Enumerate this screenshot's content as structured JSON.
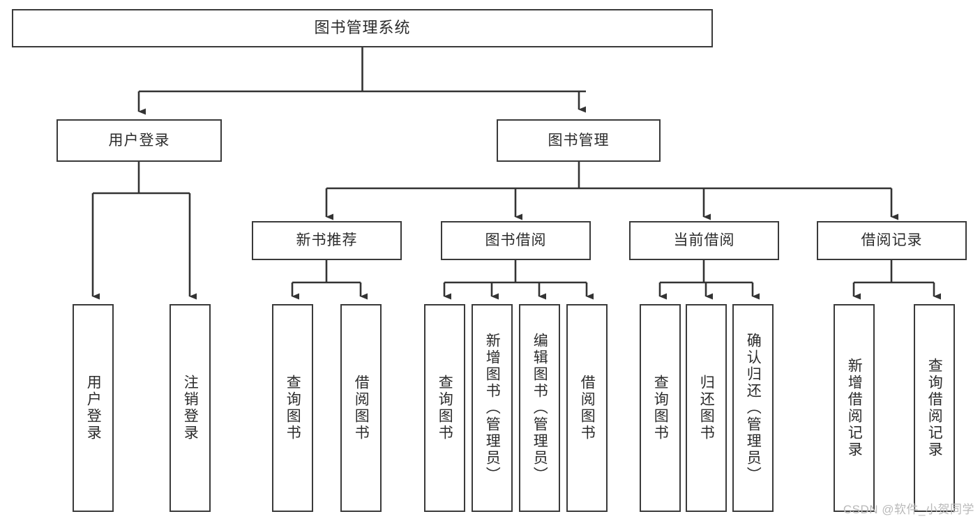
{
  "diagram": {
    "type": "tree",
    "title": "图书管理系统",
    "watermark": "CSDN @软件_小贺同学",
    "colors": {
      "box_border": "#3a3a3a",
      "box_fill": "#ffffff",
      "connector": "#333333",
      "text": "#2b2b2b",
      "watermark": "#b9b9b9",
      "background": "#ffffff"
    },
    "nodes": {
      "root": {
        "label": "图书管理系统"
      },
      "level1": [
        {
          "label": "用户登录"
        },
        {
          "label": "图书管理"
        }
      ],
      "level2": [
        {
          "label": "新书推荐"
        },
        {
          "label": "图书借阅"
        },
        {
          "label": "当前借阅"
        },
        {
          "label": "借阅记录"
        }
      ],
      "leaves": {
        "user_login": [
          {
            "label": "用户登录"
          },
          {
            "label": "注销登录"
          }
        ],
        "new_book_recommend": [
          {
            "label": "查询图书"
          },
          {
            "label": "借阅图书"
          }
        ],
        "book_borrow": [
          {
            "label": "查询图书"
          },
          {
            "label": "新增图书（管理员）"
          },
          {
            "label": "编辑图书（管理员）"
          },
          {
            "label": "借阅图书"
          }
        ],
        "current_borrow": [
          {
            "label": "查询图书"
          },
          {
            "label": "归还图书"
          },
          {
            "label": "确认归还（管理员）"
          }
        ],
        "borrow_record": [
          {
            "label": "新增借阅记录"
          },
          {
            "label": "查询借阅记录"
          }
        ]
      }
    }
  }
}
